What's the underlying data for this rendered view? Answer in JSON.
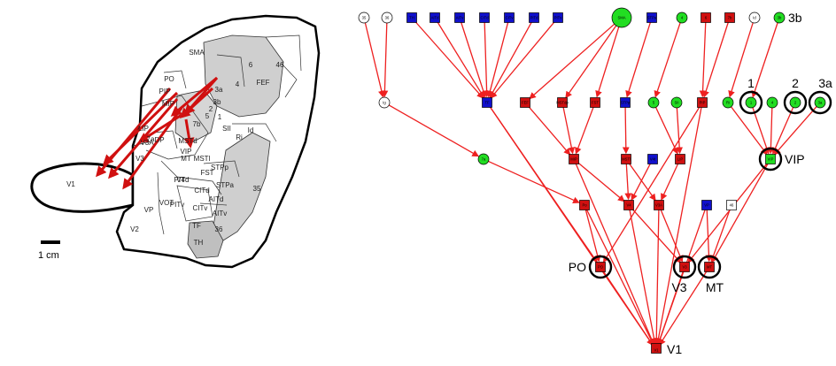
{
  "colors": {
    "red": "#d01010",
    "blue": "#1010cc",
    "green": "#22dd22",
    "white": "#ffffff",
    "edge": "#ee2020",
    "grey_region": "#cfcfcf",
    "highlight": "#000000"
  },
  "flatmap": {
    "labels": [
      "PO",
      "V1",
      "V2",
      "V3",
      "V4",
      "VP",
      "VOT",
      "PIP",
      "MIP",
      "LIP",
      "DP",
      "7a",
      "7b",
      "5",
      "2",
      "1",
      "3a",
      "3b",
      "4",
      "6",
      "SMA",
      "46",
      "FEF",
      "SII",
      "Id",
      "Ri",
      "MSTd",
      "MSTl",
      "FST",
      "STPp",
      "STPa",
      "PITd",
      "PITv",
      "CITd",
      "CITv",
      "AITd",
      "AITv",
      "TF",
      "TH",
      "36",
      "35",
      "V3A",
      "VIP",
      "MT"
    ],
    "scale_label": "1 cm"
  },
  "graph": {
    "nodes": [
      {
        "id": "r0_35",
        "label": "35",
        "color": "white",
        "shape": "circle"
      },
      {
        "id": "r0_36",
        "label": "36",
        "color": "white",
        "shape": "circle"
      },
      {
        "id": "r0_b1",
        "label": "TH",
        "color": "blue",
        "shape": "square"
      },
      {
        "id": "r0_b2",
        "label": "AITd",
        "color": "blue",
        "shape": "square"
      },
      {
        "id": "r0_b3",
        "label": "AITv",
        "color": "blue",
        "shape": "square"
      },
      {
        "id": "r0_b4",
        "label": "CITd",
        "color": "blue",
        "shape": "square"
      },
      {
        "id": "r0_b5",
        "label": "CITv",
        "color": "blue",
        "shape": "square"
      },
      {
        "id": "r0_b6",
        "label": "PITd",
        "color": "blue",
        "shape": "square"
      },
      {
        "id": "r0_b7",
        "label": "PITv",
        "color": "blue",
        "shape": "square"
      },
      {
        "id": "r0_sma",
        "label": "SMA",
        "color": "green",
        "shape": "circle"
      },
      {
        "id": "r0_b8",
        "label": "STPa",
        "color": "blue",
        "shape": "square"
      },
      {
        "id": "r0_4",
        "label": "4",
        "color": "green",
        "shape": "circle"
      },
      {
        "id": "r0_6",
        "label": "6",
        "color": "red",
        "shape": "square"
      },
      {
        "id": "r0_7b",
        "label": "7b",
        "color": "red",
        "shape": "square"
      },
      {
        "id": "r0_id",
        "label": "Id",
        "color": "white",
        "shape": "circle"
      },
      {
        "id": "r0_3b",
        "label": "3b",
        "color": "green",
        "shape": "circle"
      },
      {
        "id": "r1_ig",
        "label": "Ig",
        "color": "white",
        "shape": "circle"
      },
      {
        "id": "r1_b",
        "label": "TF",
        "color": "blue",
        "shape": "square"
      },
      {
        "id": "r1_fef",
        "label": "FEF",
        "color": "red",
        "shape": "square"
      },
      {
        "id": "r1_mstdp",
        "label": "MSTdp",
        "color": "red",
        "shape": "square"
      },
      {
        "id": "r1_fst",
        "label": "FST",
        "color": "red",
        "shape": "square"
      },
      {
        "id": "r1_stpp",
        "label": "STPp",
        "color": "blue",
        "shape": "square"
      },
      {
        "id": "r1_5",
        "label": "5",
        "color": "green",
        "shape": "circle"
      },
      {
        "id": "r1_sii",
        "label": "SII",
        "color": "green",
        "shape": "circle"
      },
      {
        "id": "r1_pip",
        "label": "PIP",
        "color": "red",
        "shape": "square"
      },
      {
        "id": "r1_ri",
        "label": "Ri",
        "color": "green",
        "shape": "circle"
      },
      {
        "id": "r1_1",
        "label": "1",
        "color": "green",
        "shape": "circle"
      },
      {
        "id": "r1_4b",
        "label": "4",
        "color": "green",
        "shape": "circle"
      },
      {
        "id": "r1_2",
        "label": "2",
        "color": "green",
        "shape": "circle"
      },
      {
        "id": "r1_3a",
        "label": "3a",
        "color": "green",
        "shape": "circle"
      },
      {
        "id": "r2_7a",
        "label": "7a",
        "color": "green",
        "shape": "circle"
      },
      {
        "id": "r2_mip",
        "label": "MIP",
        "color": "red",
        "shape": "square"
      },
      {
        "id": "r2_mstl",
        "label": "MSTl",
        "color": "red",
        "shape": "square"
      },
      {
        "id": "r2_v4t",
        "label": "V4t",
        "color": "blue",
        "shape": "square"
      },
      {
        "id": "r2_lip",
        "label": "LIP",
        "color": "red",
        "shape": "square"
      },
      {
        "id": "r2_vip",
        "label": "VIP",
        "color": "green",
        "shape": "square"
      },
      {
        "id": "r3_po",
        "label": "Po",
        "color": "red",
        "shape": "square"
      },
      {
        "id": "r3_v4",
        "label": "V4",
        "color": "red",
        "shape": "square"
      },
      {
        "id": "r3_v3a",
        "label": "V3A",
        "color": "red",
        "shape": "square"
      },
      {
        "id": "r3_vp",
        "label": "VP",
        "color": "blue",
        "shape": "square"
      },
      {
        "id": "r3_46",
        "label": "46",
        "color": "white",
        "shape": "square"
      },
      {
        "id": "r4_po",
        "label": "PO",
        "color": "red",
        "shape": "square"
      },
      {
        "id": "r4_v3",
        "label": "V3",
        "color": "red",
        "shape": "square"
      },
      {
        "id": "r4_mt",
        "label": "MT",
        "color": "red",
        "shape": "square"
      },
      {
        "id": "r5_v1",
        "label": "V1",
        "color": "red",
        "shape": "square"
      }
    ],
    "annotations": [
      {
        "node": "r0_3b",
        "text": "3b"
      },
      {
        "node": "r1_1",
        "text": "1"
      },
      {
        "node": "r1_2",
        "text": "2"
      },
      {
        "node": "r1_3a",
        "text": "3a"
      },
      {
        "node": "r2_vip",
        "text": "VIP"
      },
      {
        "node": "r4_po",
        "text": "PO"
      },
      {
        "node": "r4_v3",
        "text": "V3"
      },
      {
        "node": "r4_mt",
        "text": "MT"
      },
      {
        "node": "r5_v1",
        "text": "V1"
      }
    ],
    "highlighted": [
      "r1_1",
      "r1_2",
      "r1_3a",
      "r2_vip",
      "r4_po",
      "r4_v3",
      "r4_mt"
    ]
  }
}
